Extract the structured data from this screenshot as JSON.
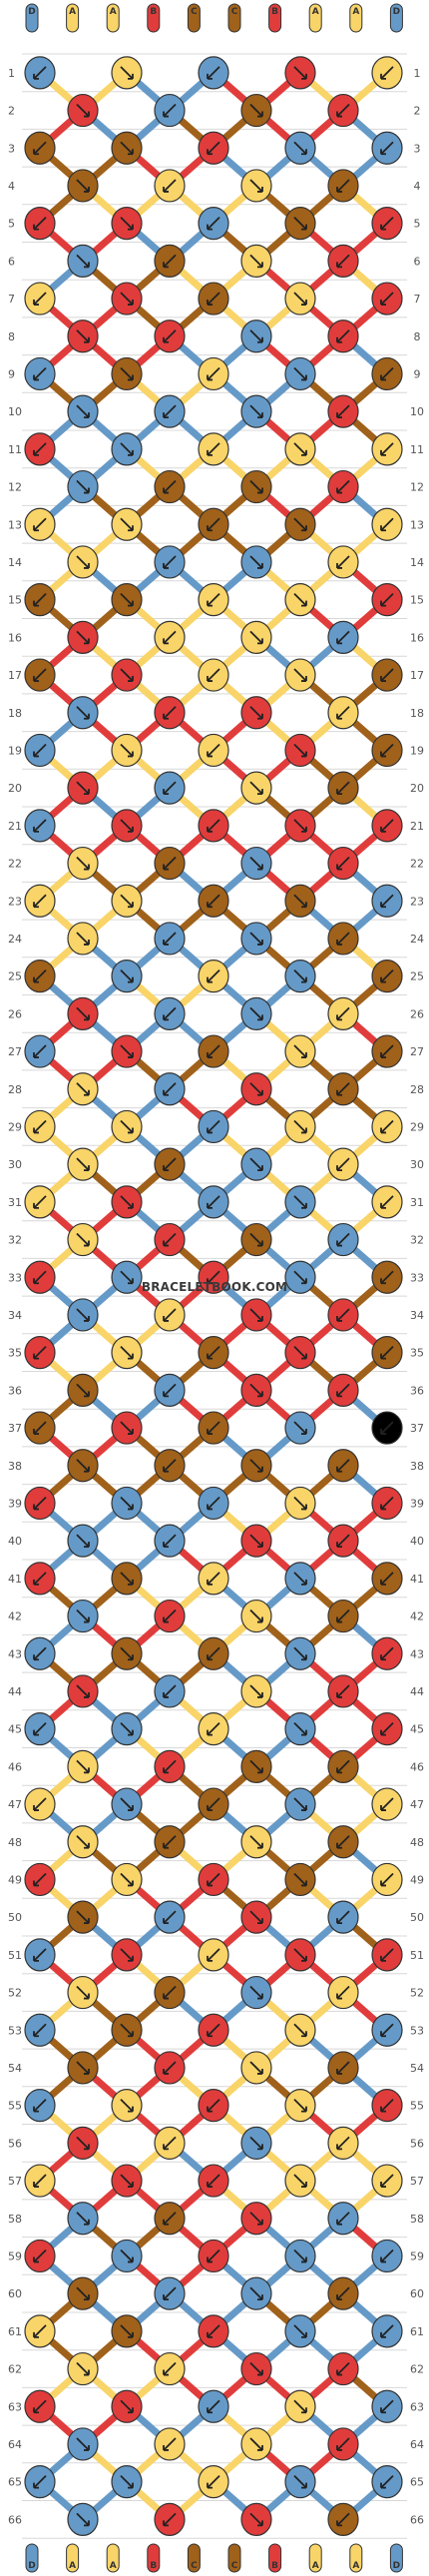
{
  "watermark": "BRACELETBOOK.COM",
  "palette": {
    "A": "#f9d468",
    "B": "#e13c3c",
    "C": "#a0611a",
    "D": "#659ac8"
  },
  "colors": {
    "background": "#ffffff",
    "row_line": "#d8d8d8",
    "knot_border": "#333333",
    "arrow": "#222222",
    "number_text": "#555555"
  },
  "header_strings": [
    "D",
    "A",
    "A",
    "B",
    "C",
    "C",
    "B",
    "A",
    "A",
    "D"
  ],
  "footer_strings": [
    "D",
    "A",
    "A",
    "B",
    "C",
    "C",
    "B",
    "A",
    "A",
    "D"
  ],
  "row_count": 66,
  "knot_directions": [
    "forward",
    "backward",
    "forward-backward",
    "backward-forward"
  ]
}
